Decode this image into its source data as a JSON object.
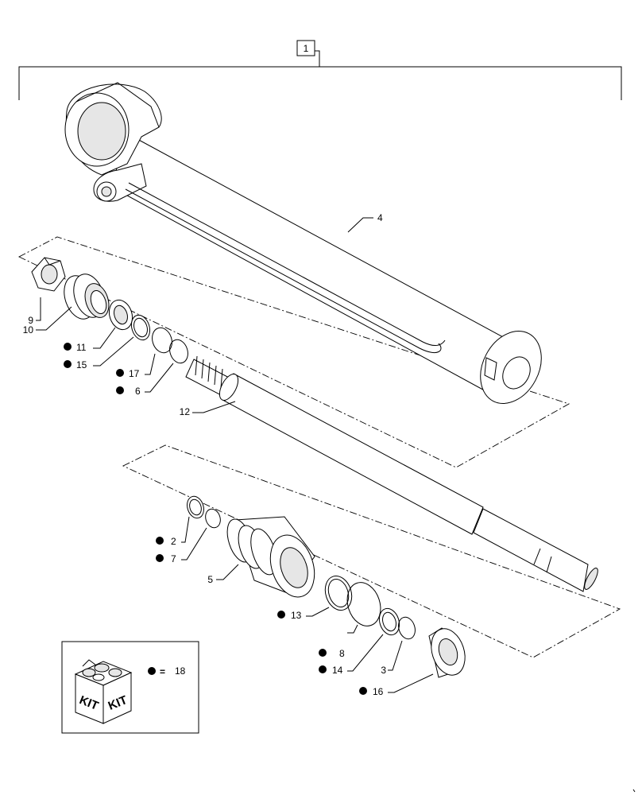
{
  "assembly_label": "1",
  "parts": [
    {
      "id": "p1",
      "number": "4",
      "in_kit": false
    },
    {
      "id": "p2",
      "number": "9",
      "in_kit": false
    },
    {
      "id": "p3",
      "number": "10",
      "in_kit": false
    },
    {
      "id": "p4",
      "number": "11",
      "in_kit": true
    },
    {
      "id": "p5",
      "number": "15",
      "in_kit": true
    },
    {
      "id": "p6",
      "number": "17",
      "in_kit": true
    },
    {
      "id": "p7",
      "number": "6",
      "in_kit": true
    },
    {
      "id": "p8",
      "number": "12",
      "in_kit": false
    },
    {
      "id": "p9",
      "number": "2",
      "in_kit": true
    },
    {
      "id": "p10",
      "number": "7",
      "in_kit": true
    },
    {
      "id": "p11",
      "number": "5",
      "in_kit": false
    },
    {
      "id": "p12",
      "number": "13",
      "in_kit": true
    },
    {
      "id": "p13",
      "number": "8",
      "in_kit": true
    },
    {
      "id": "p14",
      "number": "14",
      "in_kit": true
    },
    {
      "id": "p15",
      "number": "3",
      "in_kit": false
    },
    {
      "id": "p16",
      "number": "16",
      "in_kit": true
    }
  ],
  "legend": {
    "equals": "=",
    "kit_part_number": "18",
    "kit_box_text_left": "KIT",
    "kit_box_text_right": "KIT"
  }
}
